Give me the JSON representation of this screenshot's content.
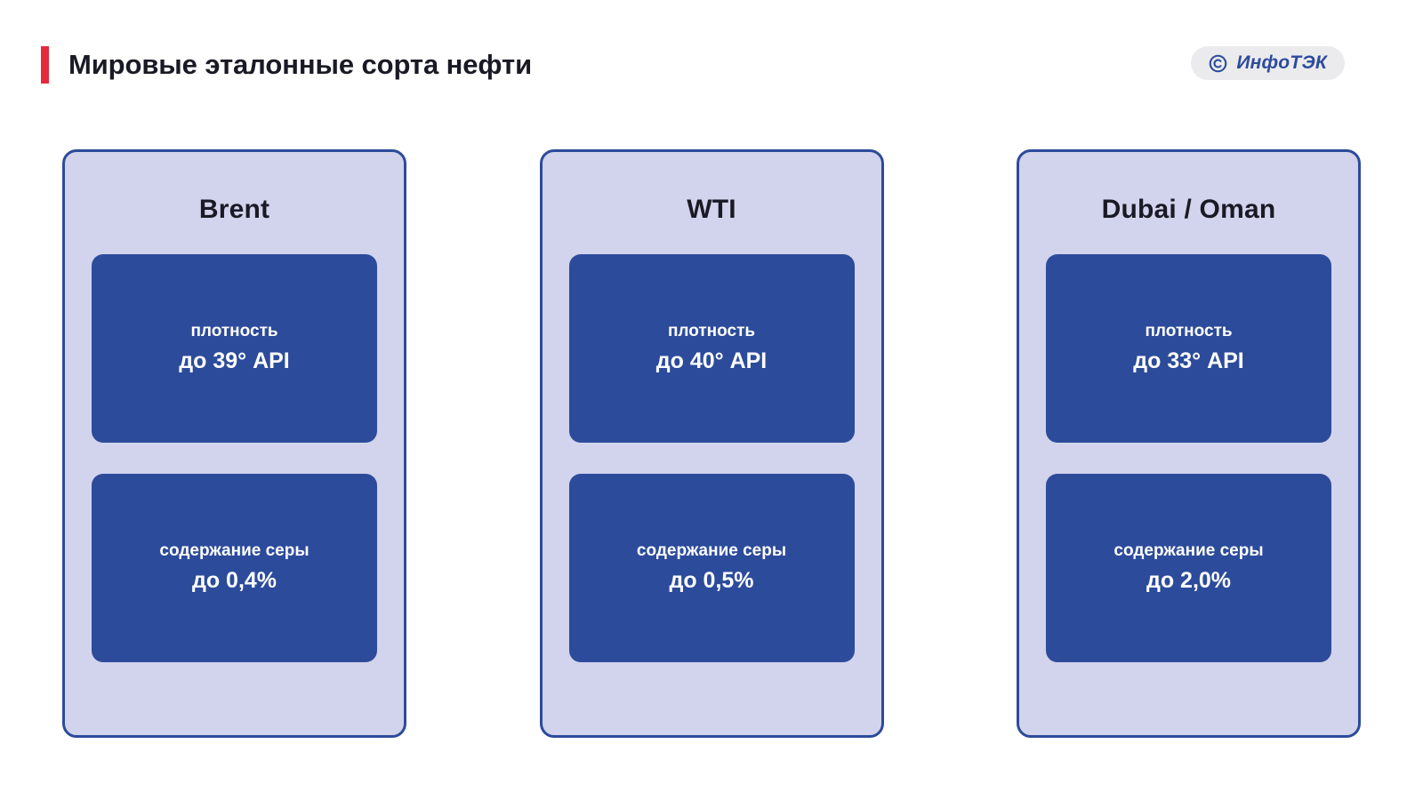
{
  "header": {
    "title": "Мировые эталонные сорта нефти",
    "accent_color": "#E42A3C",
    "logo": {
      "symbol": "©",
      "text": "ИнфоТЭК",
      "pill_color": "#EBEBED",
      "text_color": "#2C4B9B"
    }
  },
  "theme": {
    "card_background": "#D2D3EC",
    "card_border": "#2C4B9B",
    "metric_background": "#2C4B9B",
    "metric_text": "#FFFFFF",
    "title_text": "#1A1A26",
    "page_background": "#FFFFFF"
  },
  "cards": [
    {
      "title": "Brent",
      "metrics": [
        {
          "label": "плотность",
          "value": "до 39° API"
        },
        {
          "label": "содержание серы",
          "value": "до 0,4%"
        }
      ]
    },
    {
      "title": "WTI",
      "metrics": [
        {
          "label": "плотность",
          "value": "до 40° API"
        },
        {
          "label": "содержание серы",
          "value": "до 0,5%"
        }
      ]
    },
    {
      "title": "Dubai / Oman",
      "metrics": [
        {
          "label": "плотность",
          "value": "до 33° API"
        },
        {
          "label": "содержание серы",
          "value": "до 2,0%"
        }
      ]
    }
  ]
}
